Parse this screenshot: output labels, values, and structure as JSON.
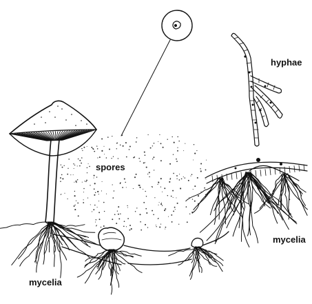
{
  "labels": {
    "hyphae": "hyphae",
    "spores": "spores",
    "mycelia_right": "mycelia",
    "mycelia_left": "mycelia"
  },
  "colors": {
    "ink": "#111111",
    "background": "#ffffff"
  }
}
